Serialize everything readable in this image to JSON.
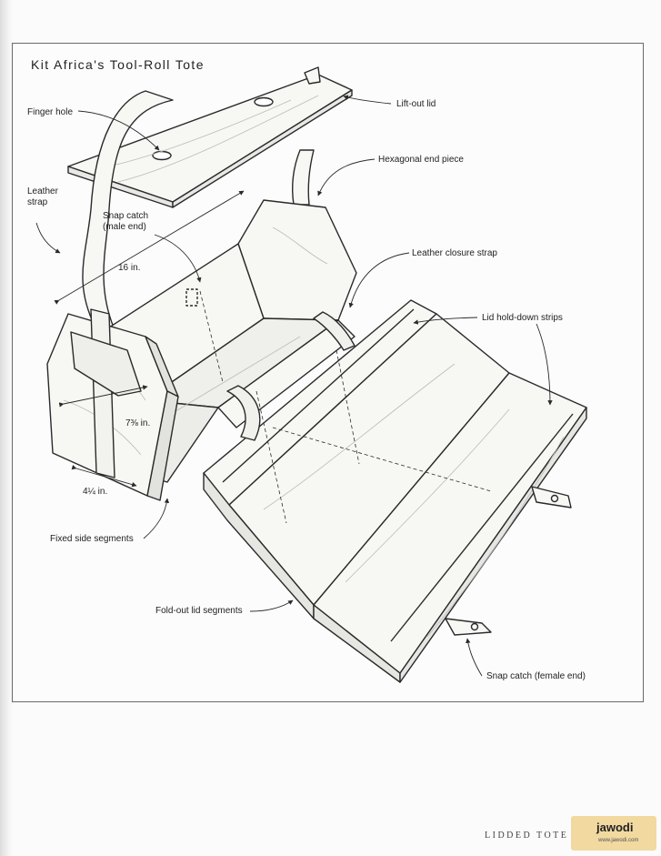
{
  "title": "Kit Africa's Tool-Roll Tote",
  "labels": {
    "finger_hole": "Finger hole",
    "leather_strap_1": "Leather",
    "leather_strap_2": "strap",
    "lift_out_lid": "Lift-out lid",
    "hexagonal_end_piece": "Hexagonal end piece",
    "snap_catch_male_1": "Snap catch",
    "snap_catch_male_2": "(male end)",
    "leather_closure_strap": "Leather closure strap",
    "lid_hold_down_strips": "Lid hold-down strips",
    "fixed_side_segments": "Fixed side segments",
    "fold_out_lid_segments": "Fold-out lid segments",
    "snap_catch_female": "Snap catch (female end)"
  },
  "dimensions": {
    "length": "16 in.",
    "height": "7⅜ in.",
    "width": "4¼ in."
  },
  "footer": "LIDDED TOTE",
  "watermark": {
    "brand": "jawodi",
    "sub": "www.jawodi.com"
  },
  "colors": {
    "line": "#2a2a2a",
    "wood": "#f7f7f4",
    "frame": "#6a6a6a"
  }
}
